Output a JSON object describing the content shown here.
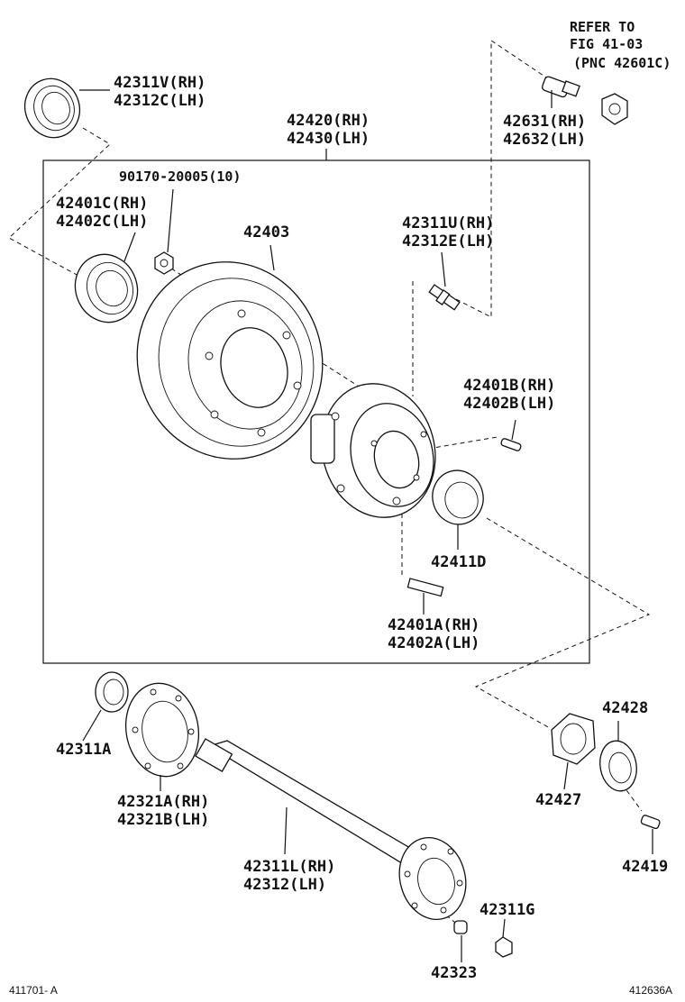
{
  "labels": {
    "refer_1": "REFER TO",
    "refer_2": "FIG 41-03",
    "refer_3": "(PNC 42601C)",
    "p42311v": "42311V(RH)",
    "p42312c": "42312C(LH)",
    "p42420": "42420(RH)",
    "p42430": "42430(LH)",
    "p42631": "42631(RH)",
    "p42632": "42632(LH)",
    "p90170": "90170-20005(10)",
    "p42401c": "42401C(RH)",
    "p42402c": "42402C(LH)",
    "p42403": "42403",
    "p42311u": "42311U(RH)",
    "p42312e": "42312E(LH)",
    "p42401b": "42401B(RH)",
    "p42402b": "42402B(LH)",
    "p42411d": "42411D",
    "p42401a": "42401A(RH)",
    "p42402a": "42402A(LH)",
    "p42311a": "42311A",
    "p42321a": "42321A(RH)",
    "p42321b": "42321B(LH)",
    "p42428": "42428",
    "p42427": "42427",
    "p42419": "42419",
    "p42311l": "42311L(RH)",
    "p42312": "42312(LH)",
    "p42311g": "42311G",
    "p42323": "42323",
    "code_left": "411701- A",
    "code_right": "412636A"
  }
}
